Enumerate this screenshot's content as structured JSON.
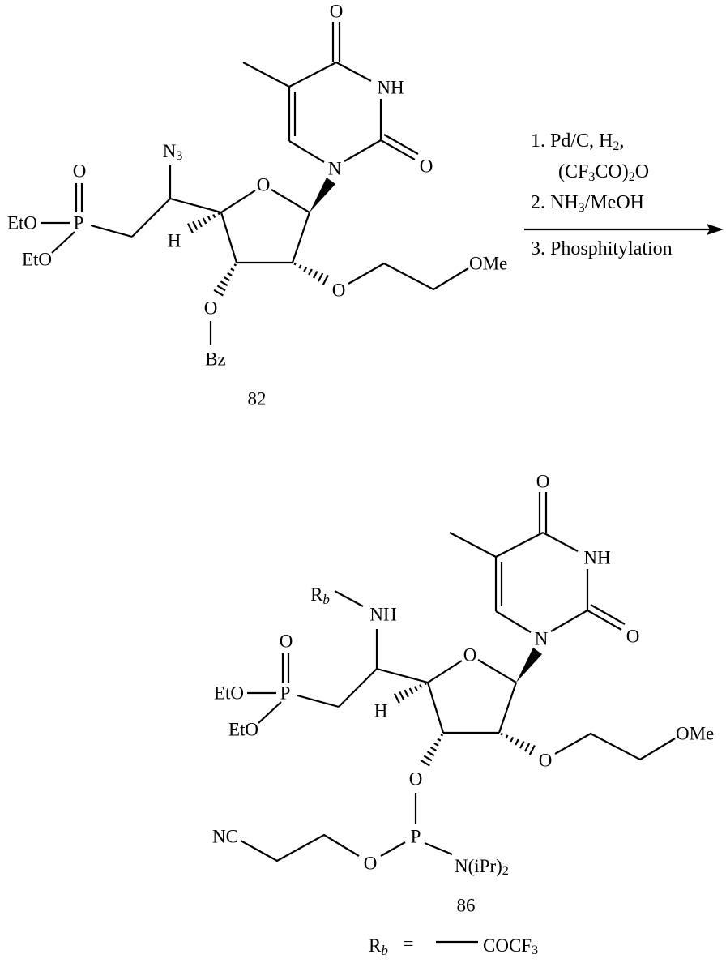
{
  "reactant": {
    "compound_number": "82",
    "labels": {
      "c4_oxygen": "O",
      "n3_imide": "NH",
      "c2_oxygen": "O",
      "n1": "N",
      "ring_oxygen": "O",
      "azide": "N3",
      "phosphorus": "P",
      "phosphoryl_oxygen": "O",
      "ethoxy_1": "EtO",
      "ethoxy_2": "EtO",
      "h4": "H",
      "o3": "O",
      "benzoyl": "Bz",
      "o2": "O",
      "methoxy": "OMe"
    }
  },
  "conditions": [
    "1. Pd/C, H2,",
    "(CF3CO)2O",
    "2. NH3/MeOH",
    "3. Phosphitylation"
  ],
  "product": {
    "compound_number": "86",
    "labels": {
      "c4_oxygen": "O",
      "n3_imide": "NH",
      "c2_oxygen": "O",
      "n1": "N",
      "ring_oxygen": "O",
      "amide_nh": "NH",
      "rb_symbol": "R",
      "rb_subscript": "b",
      "phosphorus": "P",
      "phosphoryl_oxygen": "O",
      "ethoxy_1": "EtO",
      "ethoxy_2": "EtO",
      "h4": "H",
      "o3": "O",
      "phosphoramidite_p": "P",
      "cyanoethyl_oxygen": "O",
      "cyano": "NC",
      "diisopropylamino": "N(iPr)2",
      "o2": "O",
      "methoxy": "OMe"
    }
  },
  "footnote": {
    "rb_symbol": "R",
    "rb_subscript": "b",
    "equals": "=",
    "group": "COCF3"
  }
}
